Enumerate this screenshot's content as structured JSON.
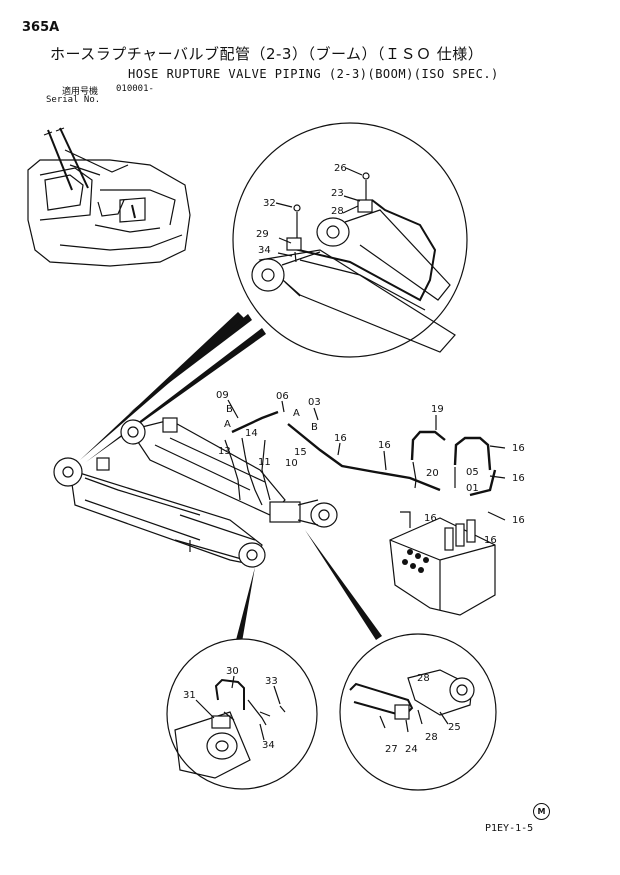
{
  "header": {
    "page_code": "365A",
    "title_jp": "ホースラプチャーバルブ配管（2-3）（ブーム）（ＩＳＯ 仕様）",
    "title_en": "HOSE RUPTURE VALVE PIPING (2-3)(BOOM)(ISO SPEC.)",
    "serial_label_jp": "適用号機",
    "serial_label_en": "Serial No.",
    "serial_value": "010001-"
  },
  "callouts": {
    "c01": "01",
    "c03": "03",
    "c05": "05",
    "c06": "06",
    "c09": "09",
    "c10": "10",
    "c11": "11",
    "c13": "13",
    "c14": "14",
    "c15": "15",
    "c16": "16",
    "c19": "19",
    "c20": "20",
    "c23": "23",
    "c24": "24",
    "c25": "25",
    "c26": "26",
    "c27": "27",
    "c28": "28",
    "c29": "29",
    "c30": "30",
    "c31": "31",
    "c32": "32",
    "c33": "33",
    "c34": "34",
    "A": "A",
    "B": "B"
  },
  "footer": {
    "mark": "M",
    "page_code": "P1EY-1-5"
  }
}
